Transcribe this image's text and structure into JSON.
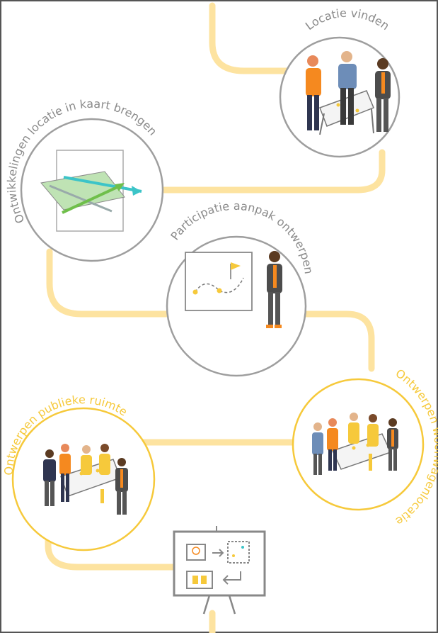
{
  "steps": [
    {
      "label": "Locatie vinden",
      "state": "done"
    },
    {
      "label": "Ontwikkelingen locatie in kaart brengen",
      "state": "done"
    },
    {
      "label": "Participatie aanpak ontwerpen",
      "state": "done"
    },
    {
      "label": "Ontwerpen woonwagenlocatie",
      "state": "active"
    },
    {
      "label": "Ontwerpen publieke ruimte",
      "state": "active"
    }
  ],
  "colors": {
    "path": "#fde3a0",
    "done": "#9e9e9e",
    "active": "#f6c93b",
    "orange": "#f5891f",
    "teal": "#3cc4c8",
    "green": "#6fbf4a",
    "dark": "#3e3e3e"
  }
}
